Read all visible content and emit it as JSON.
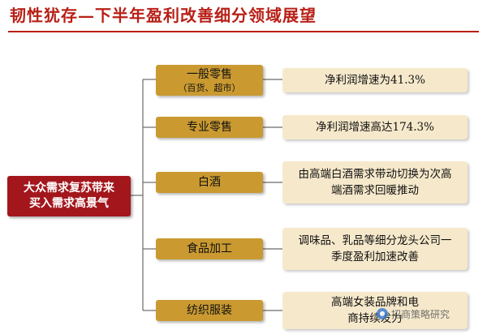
{
  "title": "韧性犹存—下半年盈利改善细分领域展望",
  "root": {
    "line1": "大众需求复苏带来",
    "line2": "买入需求高景气"
  },
  "branches": [
    {
      "name": "一般零售",
      "sub": "（百货、超市）",
      "desc": "净利润增速为41.3%"
    },
    {
      "name": "专业零售",
      "sub": "",
      "desc": "净利润增速高达174.3%"
    },
    {
      "name": "白酒",
      "sub": "",
      "desc": "由高端白酒需求带动切换为次高端酒需求回暖推动"
    },
    {
      "name": "食品加工",
      "sub": "",
      "desc": "调味品、乳品等细分龙头公司一季度盈利加速改善"
    },
    {
      "name": "纺织服装",
      "sub": "",
      "desc": "高端女装品牌和电商持续发力"
    }
  ],
  "watermark": "招商策略研究",
  "colors": {
    "title": "#b82017",
    "root": "#a3161c",
    "category": "#ca9a31",
    "description": "#f6e9cb",
    "connector": "#6e6a66"
  },
  "icons": {
    "watermark": "wechat-logo-icon"
  }
}
